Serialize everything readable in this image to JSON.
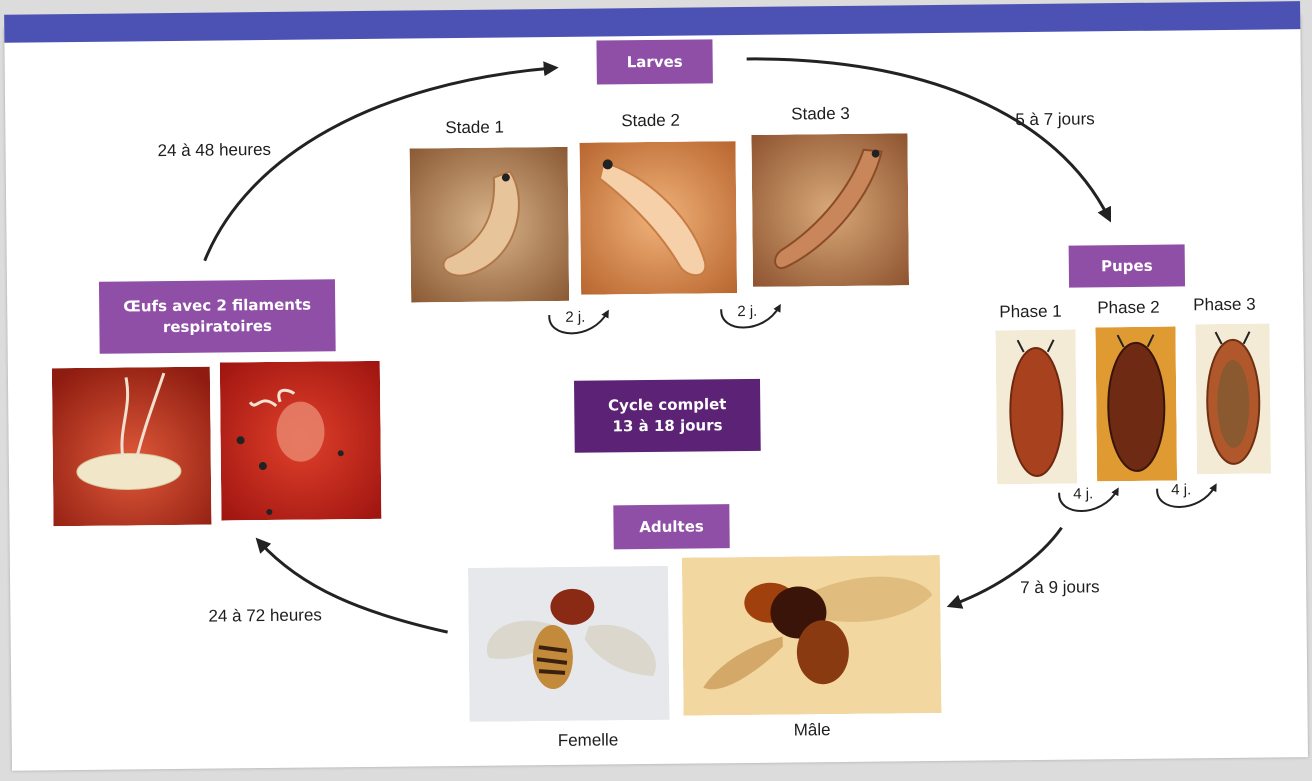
{
  "diagram": {
    "nodes": {
      "larves": "Larves",
      "pupes": "Pupes",
      "adultes": "Adultes",
      "oeufs": "Œufs avec 2 filaments respiratoires",
      "cycle": "Cycle complet 13 à 18 jours"
    },
    "larva_stages": [
      "Stade 1",
      "Stade 2",
      "Stade 3"
    ],
    "pupa_phases": [
      "Phase 1",
      "Phase 2",
      "Phase 3"
    ],
    "adult_labels": [
      "Femelle",
      "Mâle"
    ],
    "transitions": {
      "eggs_to_larvae": "24 à 48 heures",
      "larvae_to_pupae": "5 à 7 jours",
      "pupae_to_adults": "7 à 9 jours",
      "adults_to_eggs": "24 à 72 heures"
    },
    "stage_durations": {
      "larva_1": "2 j.",
      "larva_2": "2 j.",
      "pupa_1": "4 j.",
      "pupa_2": "4 j."
    }
  },
  "colors": {
    "tag": "#8f4fa6",
    "tag_dark": "#5b2275",
    "top_bar": "#4b52b4",
    "arrow": "#222222"
  },
  "icons": [
    "curved-arrow-icon"
  ]
}
